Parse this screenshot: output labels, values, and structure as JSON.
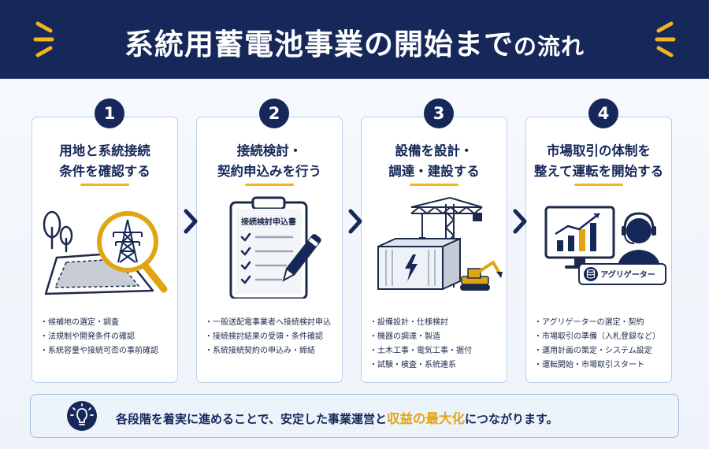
{
  "header": {
    "title_main": "系統用蓄電池事業の開始まで",
    "title_tail": "の流れ"
  },
  "steps": [
    {
      "number": "1",
      "title_lines": [
        "用地と系統接続",
        "条件を確認する"
      ],
      "icon": "map-magnifier-pylon-icon",
      "bullets": [
        "・候補地の選定・調査",
        "・法規制や開発条件の確認",
        "・系統容量や接続可否の事前確認"
      ]
    },
    {
      "number": "2",
      "title_lines": [
        "接続検討・",
        "契約申込みを行う"
      ],
      "icon": "clipboard-checklist-icon",
      "document_label": "接続検討申込書",
      "bullets": [
        "・一般送配電事業者へ接続検討申込",
        "・接続検討結果の受領・条件確認",
        "・系統接続契約の申込み・締結"
      ]
    },
    {
      "number": "3",
      "title_lines": [
        "設備を設計・",
        "調達・建設する"
      ],
      "icon": "battery-container-crane-icon",
      "bullets": [
        "・設備設計・仕様検討",
        "・機器の調達・製造",
        "・土木工事・電気工事・据付",
        "・試験・検査・系統連系"
      ]
    },
    {
      "number": "4",
      "title_lines": [
        "市場取引の体制を",
        "整えて運転を開始する"
      ],
      "icon": "monitor-chart-operator-icon",
      "badge_label": "アグリゲーター",
      "bullets": [
        "・アグリゲーターの選定・契約",
        "・市場取引の準備（入札登録など）",
        "・運用計画の策定・システム設定",
        "・運転開始・市場取引スタート"
      ]
    }
  ],
  "footer": {
    "icon": "lightbulb-icon",
    "text_before": "各段階を着実に進めることで、安定した事業運営と",
    "text_highlight": "収益の最大化",
    "text_after": "につながります。"
  },
  "colors": {
    "navy": "#16285a",
    "accent_yellow": "#f2b51c",
    "card_border": "#bcd0ea"
  }
}
